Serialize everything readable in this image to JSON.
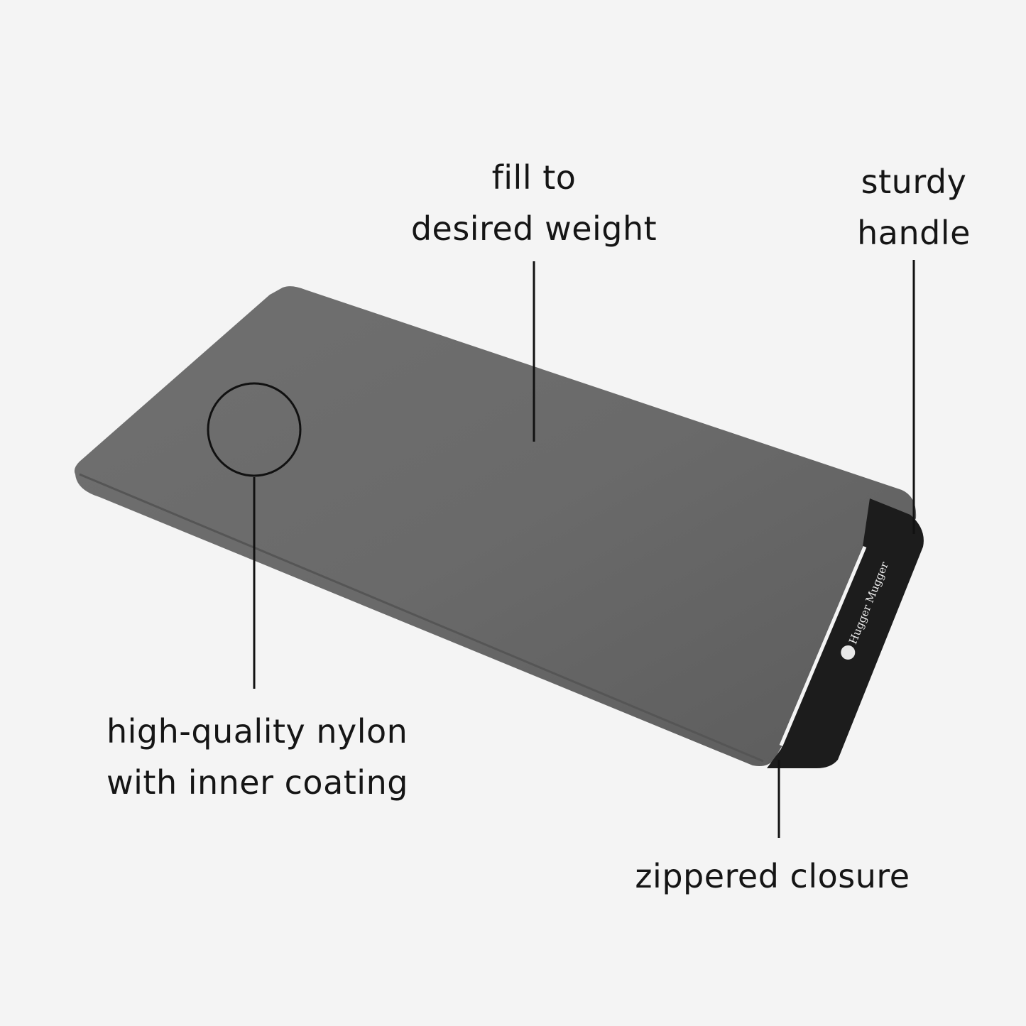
{
  "callouts": {
    "fill": {
      "line1": "fill to",
      "line2": "desired weight"
    },
    "handle": {
      "line1": "sturdy",
      "line2": "handle"
    },
    "nylon": {
      "line1": "high-quality nylon",
      "line2": "with inner coating"
    },
    "zipper": {
      "line1": "zippered closure"
    }
  },
  "product": {
    "brand_label": "Hugger Mugger",
    "bag_color": "#6b6b6b",
    "handle_color": "#1c1c1c",
    "background_color": "#f4f4f4"
  }
}
